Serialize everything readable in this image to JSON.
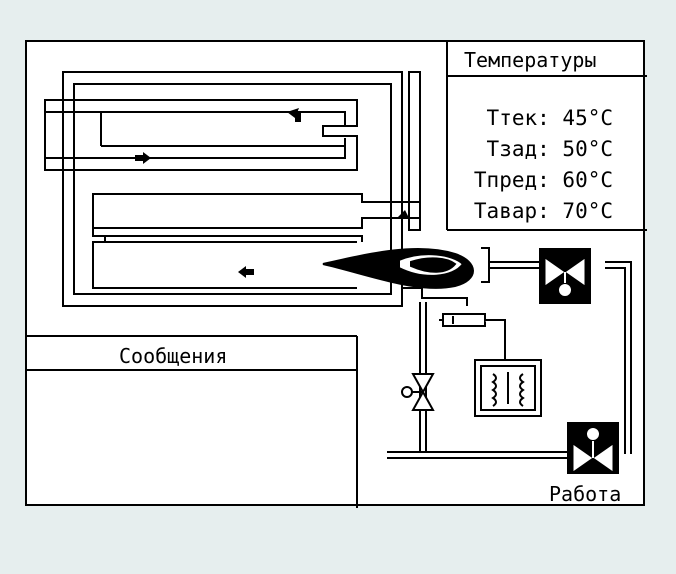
{
  "panels": {
    "temperatures_title": "Температуры",
    "messages_title": "Сообщения"
  },
  "temperatures": [
    {
      "label": "Ттек:",
      "value": "45°С"
    },
    {
      "label": "Тзад:",
      "value": "50°С"
    },
    {
      "label": "Тпред:",
      "value": "60°С"
    },
    {
      "label": "Тавар:",
      "value": "70°С"
    }
  ],
  "status": "Работа",
  "colors": {
    "background": "#e6eeee",
    "screen": "#ffffff",
    "ink": "#000000"
  }
}
